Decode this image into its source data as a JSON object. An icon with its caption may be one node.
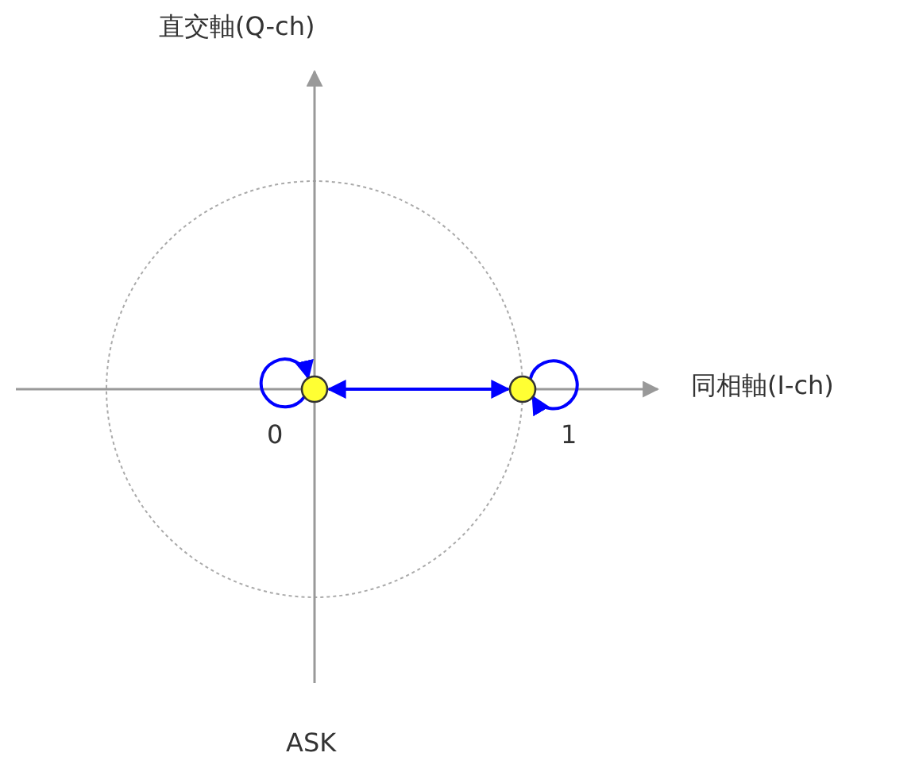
{
  "diagram": {
    "caption": "ASK",
    "nodes": [
      {
        "text": [],
        "shape": "circle",
        "beside": [
          "0"
        ]
      },
      {
        "text": [],
        "shape": "circle",
        "beside": [
          "1"
        ]
      }
    ],
    "edges": [
      {
        "from": 0,
        "to": 1,
        "arrow": "both",
        "color": "#0000ff"
      },
      {
        "from": 0,
        "to": 0,
        "arrow": "to",
        "color": "#0000ff"
      },
      {
        "from": 1,
        "to": 1,
        "arrow": "to",
        "color": "#0000ff"
      }
    ],
    "labels": [
      "直交軸(Q-ch)",
      "同相軸(I-ch)"
    ]
  }
}
